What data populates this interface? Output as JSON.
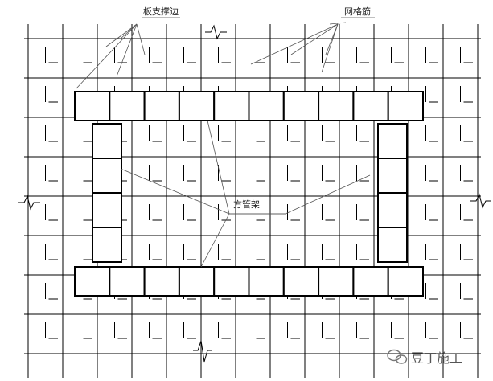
{
  "diagram": {
    "labels": {
      "support_beam": "板支撑边",
      "grid_reinforcement": "网格筋",
      "scaffold_frame": "方管架"
    },
    "watermark": {
      "text": "豆丁施工"
    },
    "colors": {
      "line": "#000000",
      "leader": "#555555",
      "watermark": "#777777"
    }
  }
}
